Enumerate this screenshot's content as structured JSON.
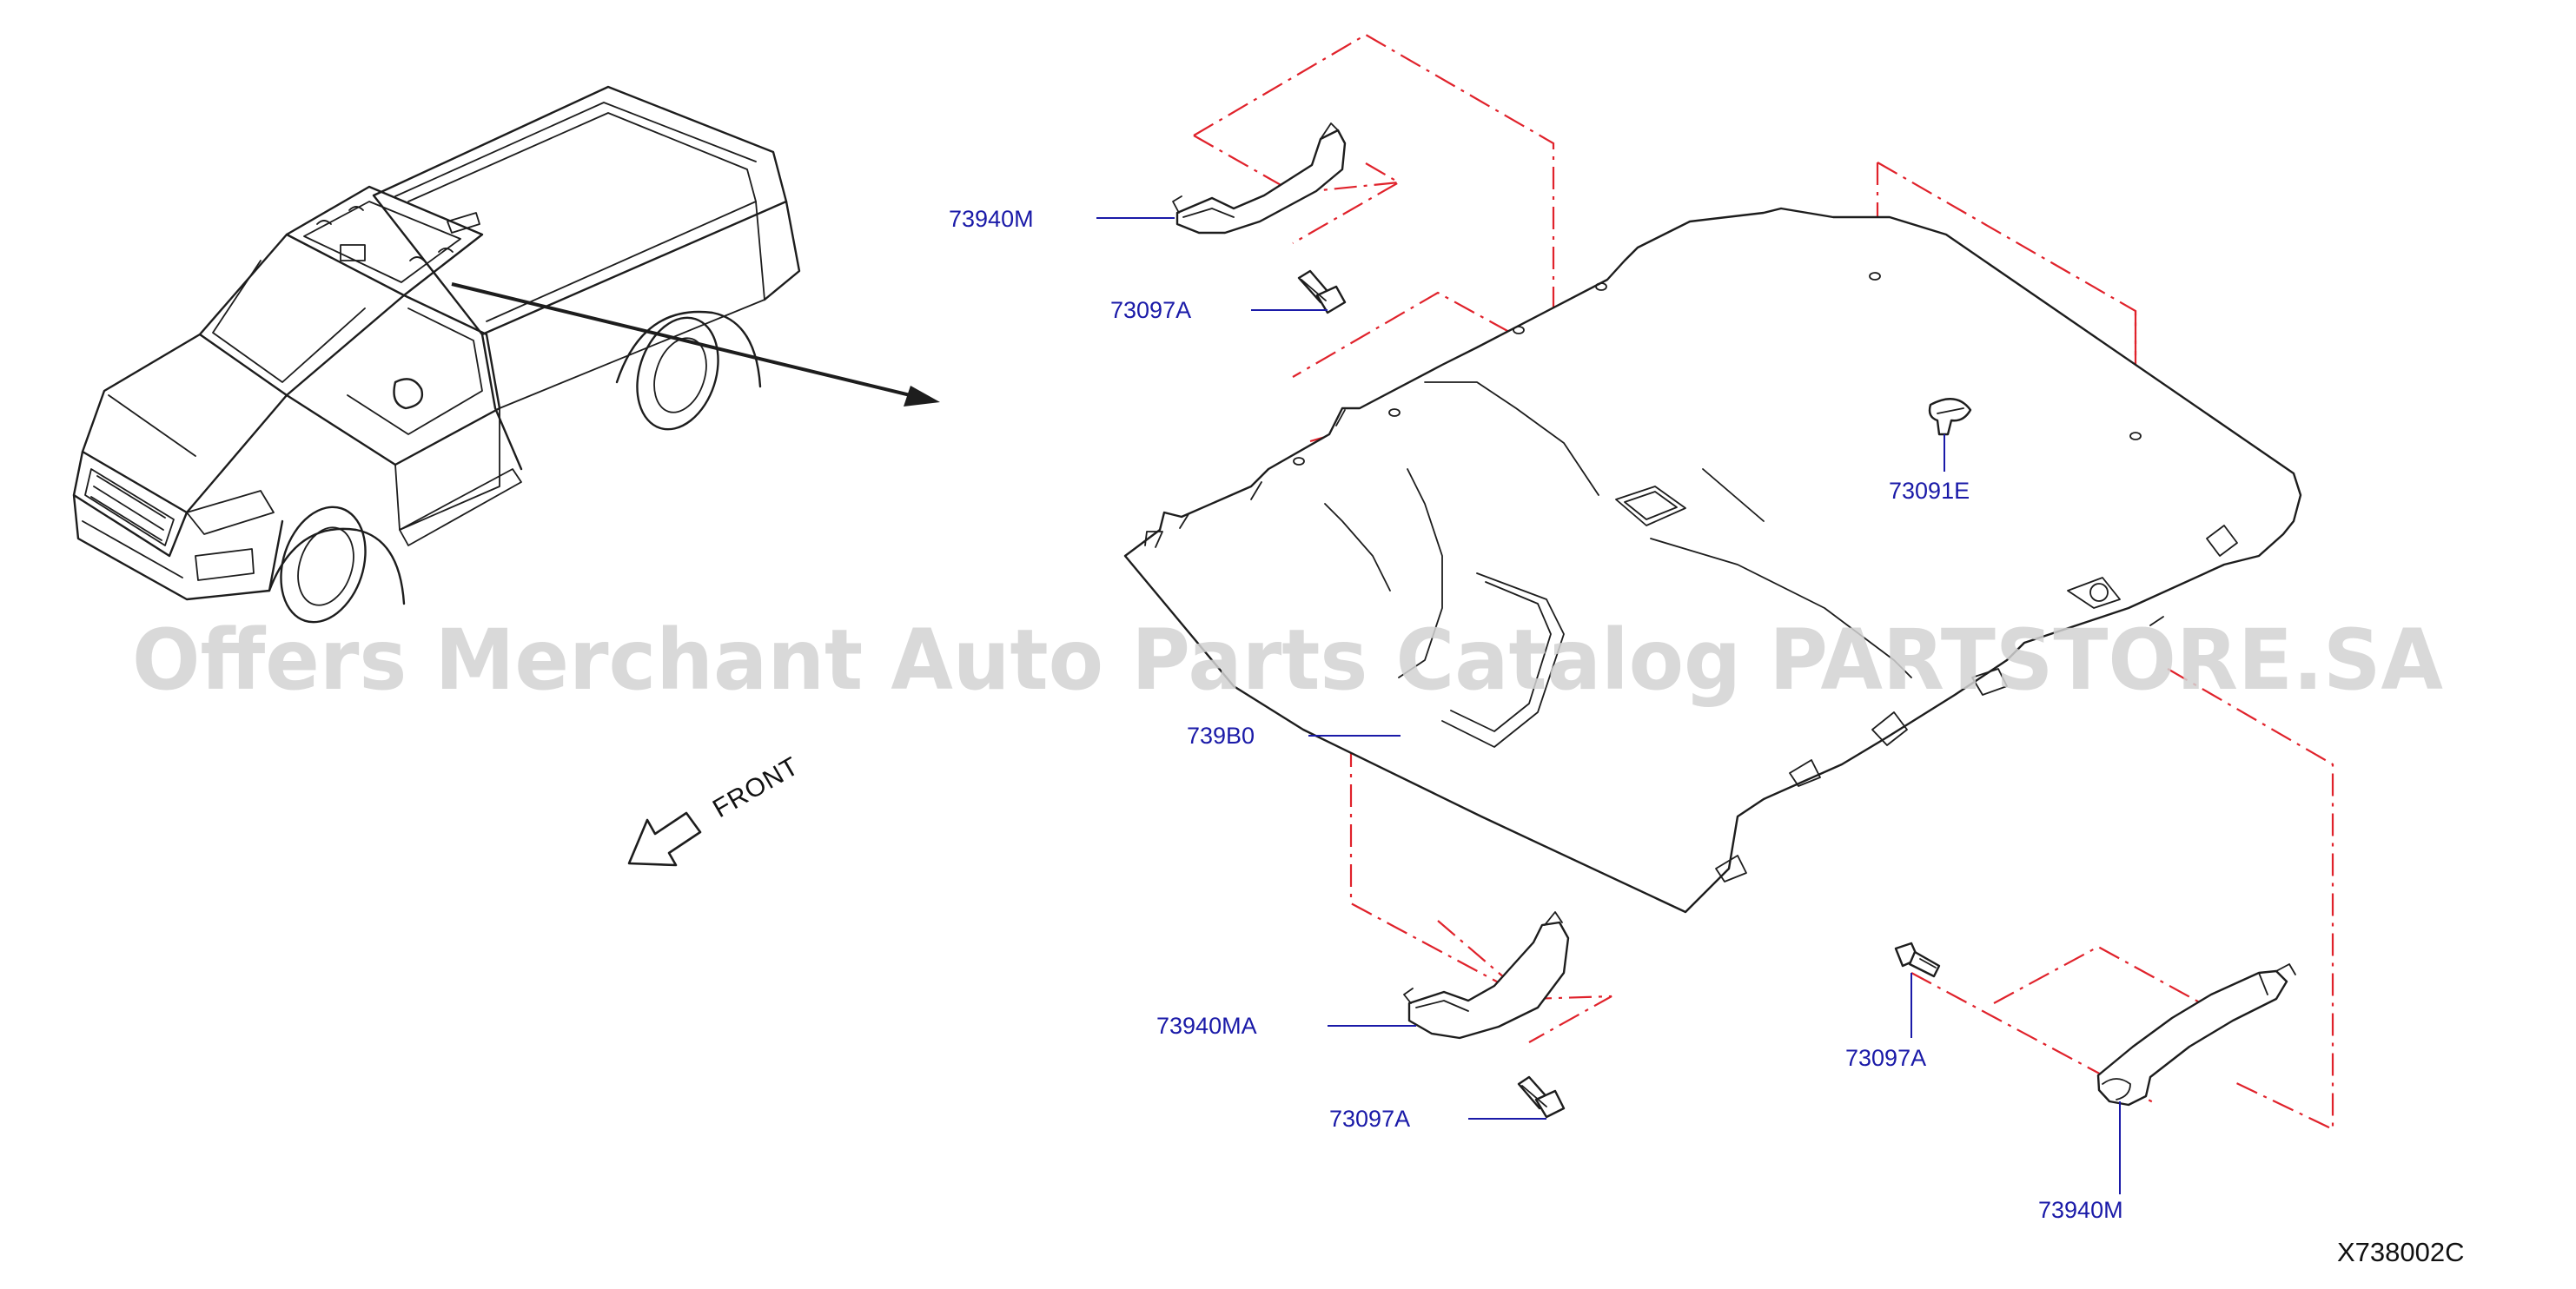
{
  "diagram": {
    "part_labels": {
      "grip_upper_left": "73940M",
      "bolt_upper": "73097A",
      "clip": "73091E",
      "headlining": "739B0",
      "grip_lower_front": "73940MA",
      "bolt_lower_front": "73097A",
      "bolt_lower_rear": "73097A",
      "grip_lower_rear": "73940M"
    },
    "front_indicator": "FRONT",
    "diagram_code": "X738002C",
    "watermark": "Offers Merchant Auto Parts Catalog PARTSTORE.SA"
  },
  "colors": {
    "label_blue": "#1a1aa8",
    "phantom_line_red": "#e0222b",
    "line_black": "#1d1d1d",
    "watermark_grey": "#d2d2d2"
  }
}
